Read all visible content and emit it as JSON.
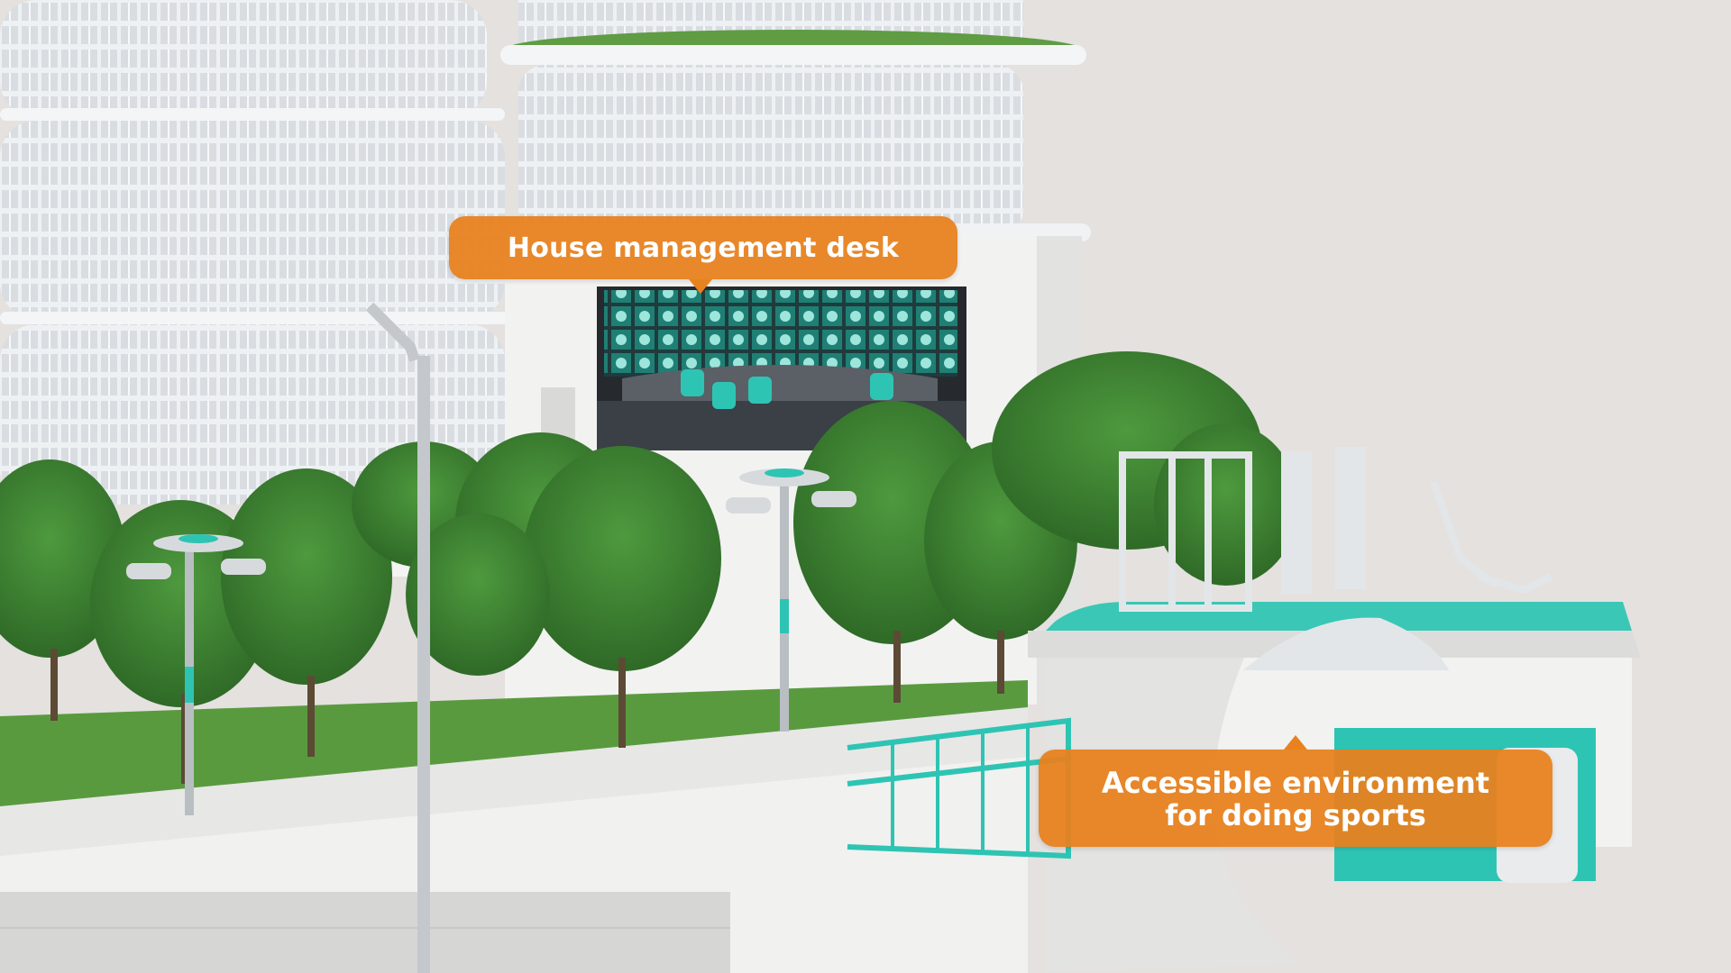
{
  "callouts": {
    "management_desk": {
      "label": "House management desk"
    },
    "sports": {
      "line1": "Accessible environment",
      "line2": "for doing sports"
    }
  },
  "colors": {
    "callout": "#e8821e",
    "accent_teal": "#2ec4b4",
    "foliage": "#3f7d33",
    "background": "#e4e1df"
  }
}
